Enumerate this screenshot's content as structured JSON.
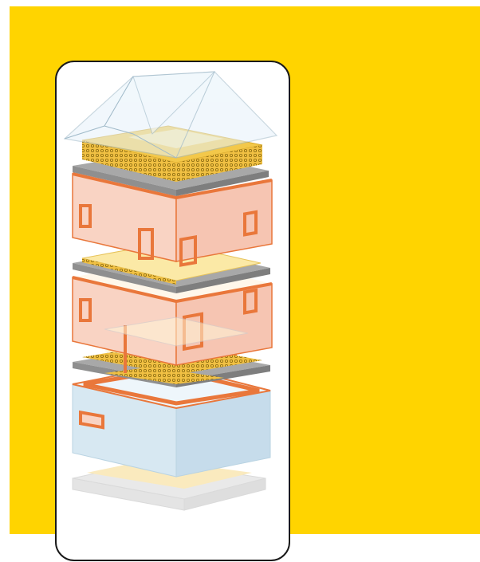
{
  "colors": {
    "background_panel": "#ffd400",
    "card_border": "#1a1a1a",
    "wall": "#f9d3c3",
    "wall_edge": "#e9773b",
    "insulation": "#f3c84a",
    "insulation_light": "#fbe9a6",
    "slab": "#9a9a9a",
    "roof_glass": "#e6f2fa",
    "basement": "#cfe3ef",
    "ground": "#e5e5e5"
  },
  "diagram": {
    "layers": [
      "roof",
      "roof-insulation",
      "upper-floor-walls",
      "upper-floor-slab",
      "ground-floor-walls",
      "ground-floor-slab",
      "basement",
      "foundation"
    ]
  }
}
